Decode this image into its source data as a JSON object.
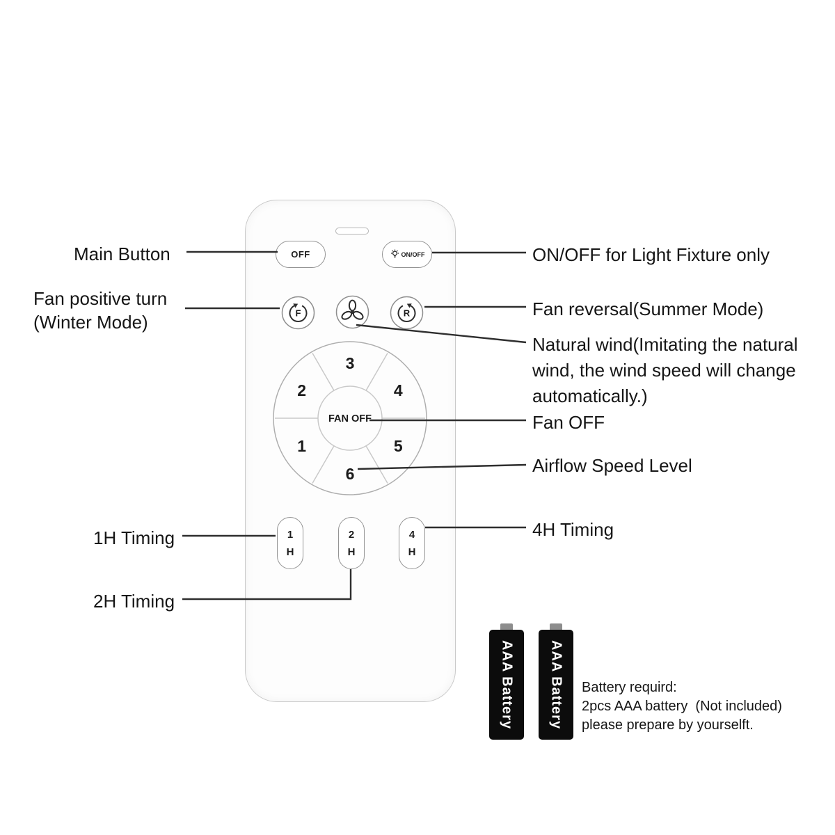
{
  "annotations": {
    "main_button": "Main Button",
    "fan_positive": "Fan positive turn\n(Winter Mode)",
    "timing_1h": "1H Timing",
    "timing_2h": "2H Timing",
    "light_onoff": "ON/OFF for Light Fixture only",
    "fan_reversal": "Fan reversal(Summer Mode)",
    "natural_wind": "Natural wind(Imitating the natural\nwind, the wind speed will change\nautomatically.)",
    "fan_off": "Fan OFF",
    "airflow": "Airflow Speed Level",
    "timing_4h": "4H Timing"
  },
  "remote": {
    "off_button": "OFF",
    "light_button": "ON/OFF",
    "fan_forward_letter": "F",
    "fan_reverse_letter": "R",
    "dial_center": "FAN OFF",
    "speeds": [
      "1",
      "2",
      "3",
      "4",
      "5",
      "6"
    ],
    "timers": [
      {
        "digit": "1",
        "unit": "H"
      },
      {
        "digit": "2",
        "unit": "H"
      },
      {
        "digit": "4",
        "unit": "H"
      }
    ]
  },
  "battery": {
    "label": "AAA Battery",
    "note": "Battery requird:\n2pcs AAA battery  (Not included)\nplease prepare by yourselft."
  },
  "colors": {
    "line": "#2e2e2e",
    "battery_body": "#0c0c0c",
    "remote_border": "#c9c9c9"
  }
}
